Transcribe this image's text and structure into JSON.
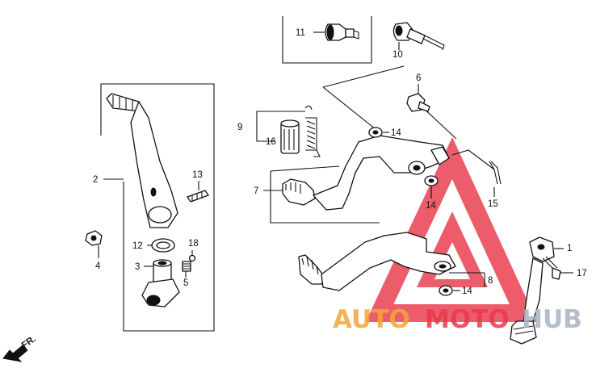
{
  "callouts": {
    "c1": "1",
    "c2": "2",
    "c3": "3",
    "c4": "4",
    "c5": "5",
    "c6": "6",
    "c7": "7",
    "c8": "8",
    "c9": "9",
    "c10": "10",
    "c11": "11",
    "c12": "12",
    "c13": "13",
    "c14a": "14",
    "c14b": "14",
    "c14c": "14",
    "c15": "15",
    "c16": "16",
    "c17": "17",
    "c18": "18"
  },
  "direction_label": "FR.",
  "watermark": {
    "auto": "AUTO",
    "moto": "MOTO",
    "hub": "HUB",
    "colors": {
      "auto": "#f0a63c",
      "moto": "#e8394a",
      "hub": "#a8b4c2",
      "triangle": "#e8394a"
    }
  }
}
